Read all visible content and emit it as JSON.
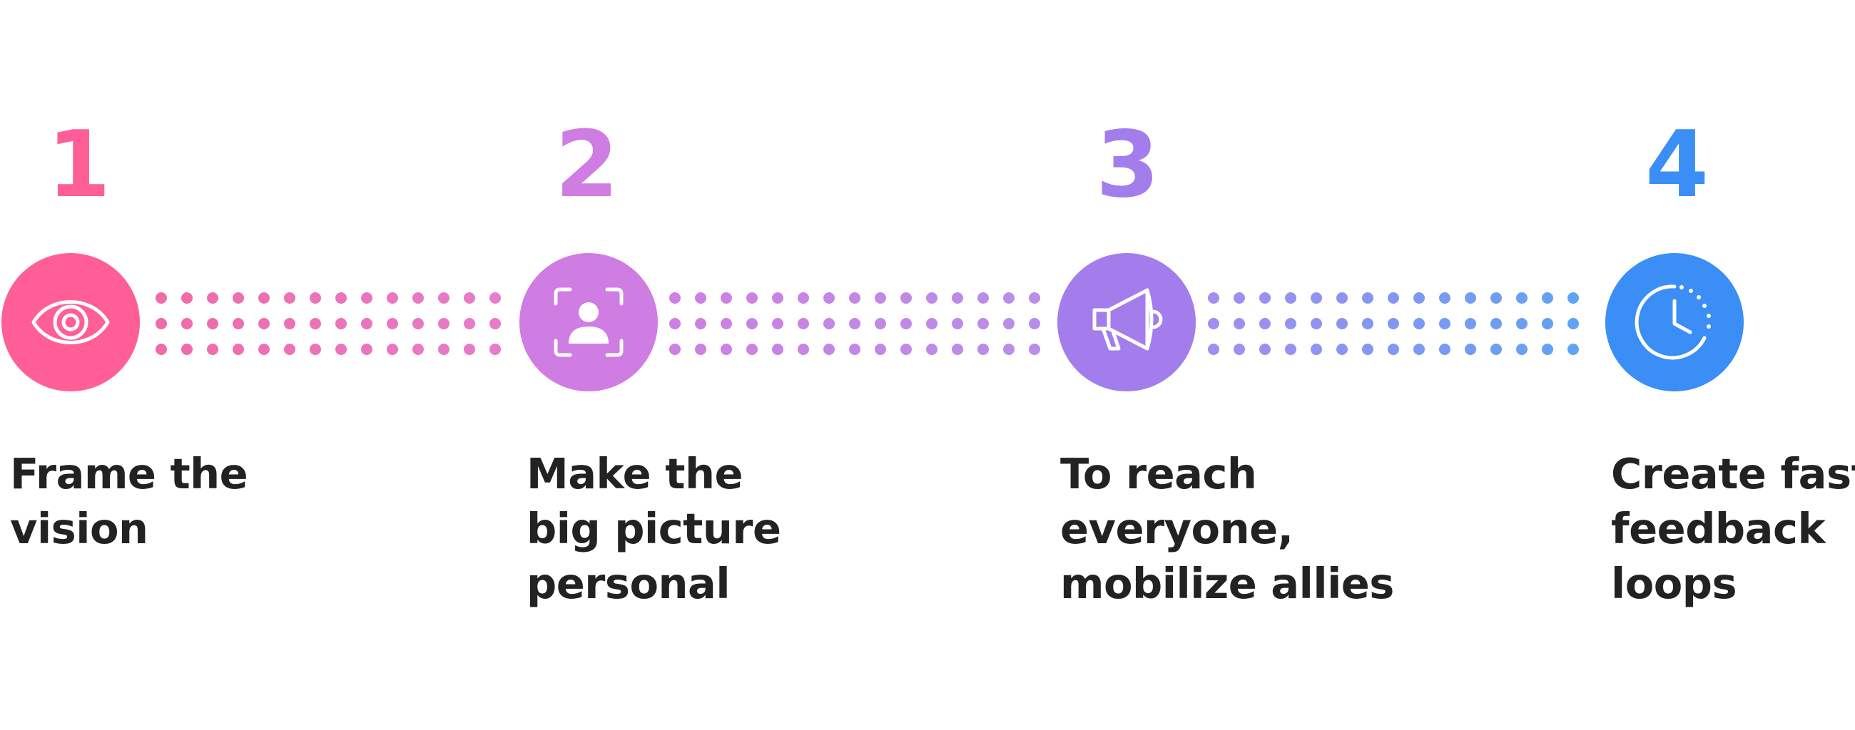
{
  "steps": [
    {
      "number": "1",
      "lines": [
        "Frame the",
        "vision"
      ],
      "icon": "eye-icon",
      "color": "#FF5F96"
    },
    {
      "number": "2",
      "lines": [
        "Make the",
        "big picture",
        "personal"
      ],
      "icon": "user-focus-icon",
      "color": "#CF7CE3"
    },
    {
      "number": "3",
      "lines": [
        "To reach",
        "everyone,",
        "mobilize allies"
      ],
      "icon": "megaphone-icon",
      "color": "#A27DEB"
    },
    {
      "number": "4",
      "lines": [
        "Create fast",
        "feedback",
        "loops"
      ],
      "icon": "clock-icon",
      "color": "#3A8EF6"
    }
  ],
  "connectors": [
    {
      "from": "#F06BA8",
      "to": "#E67CCB"
    },
    {
      "from": "#CD80E2",
      "to": "#B88EE8"
    },
    {
      "from": "#A38DF0",
      "to": "#5FA3F3"
    }
  ]
}
